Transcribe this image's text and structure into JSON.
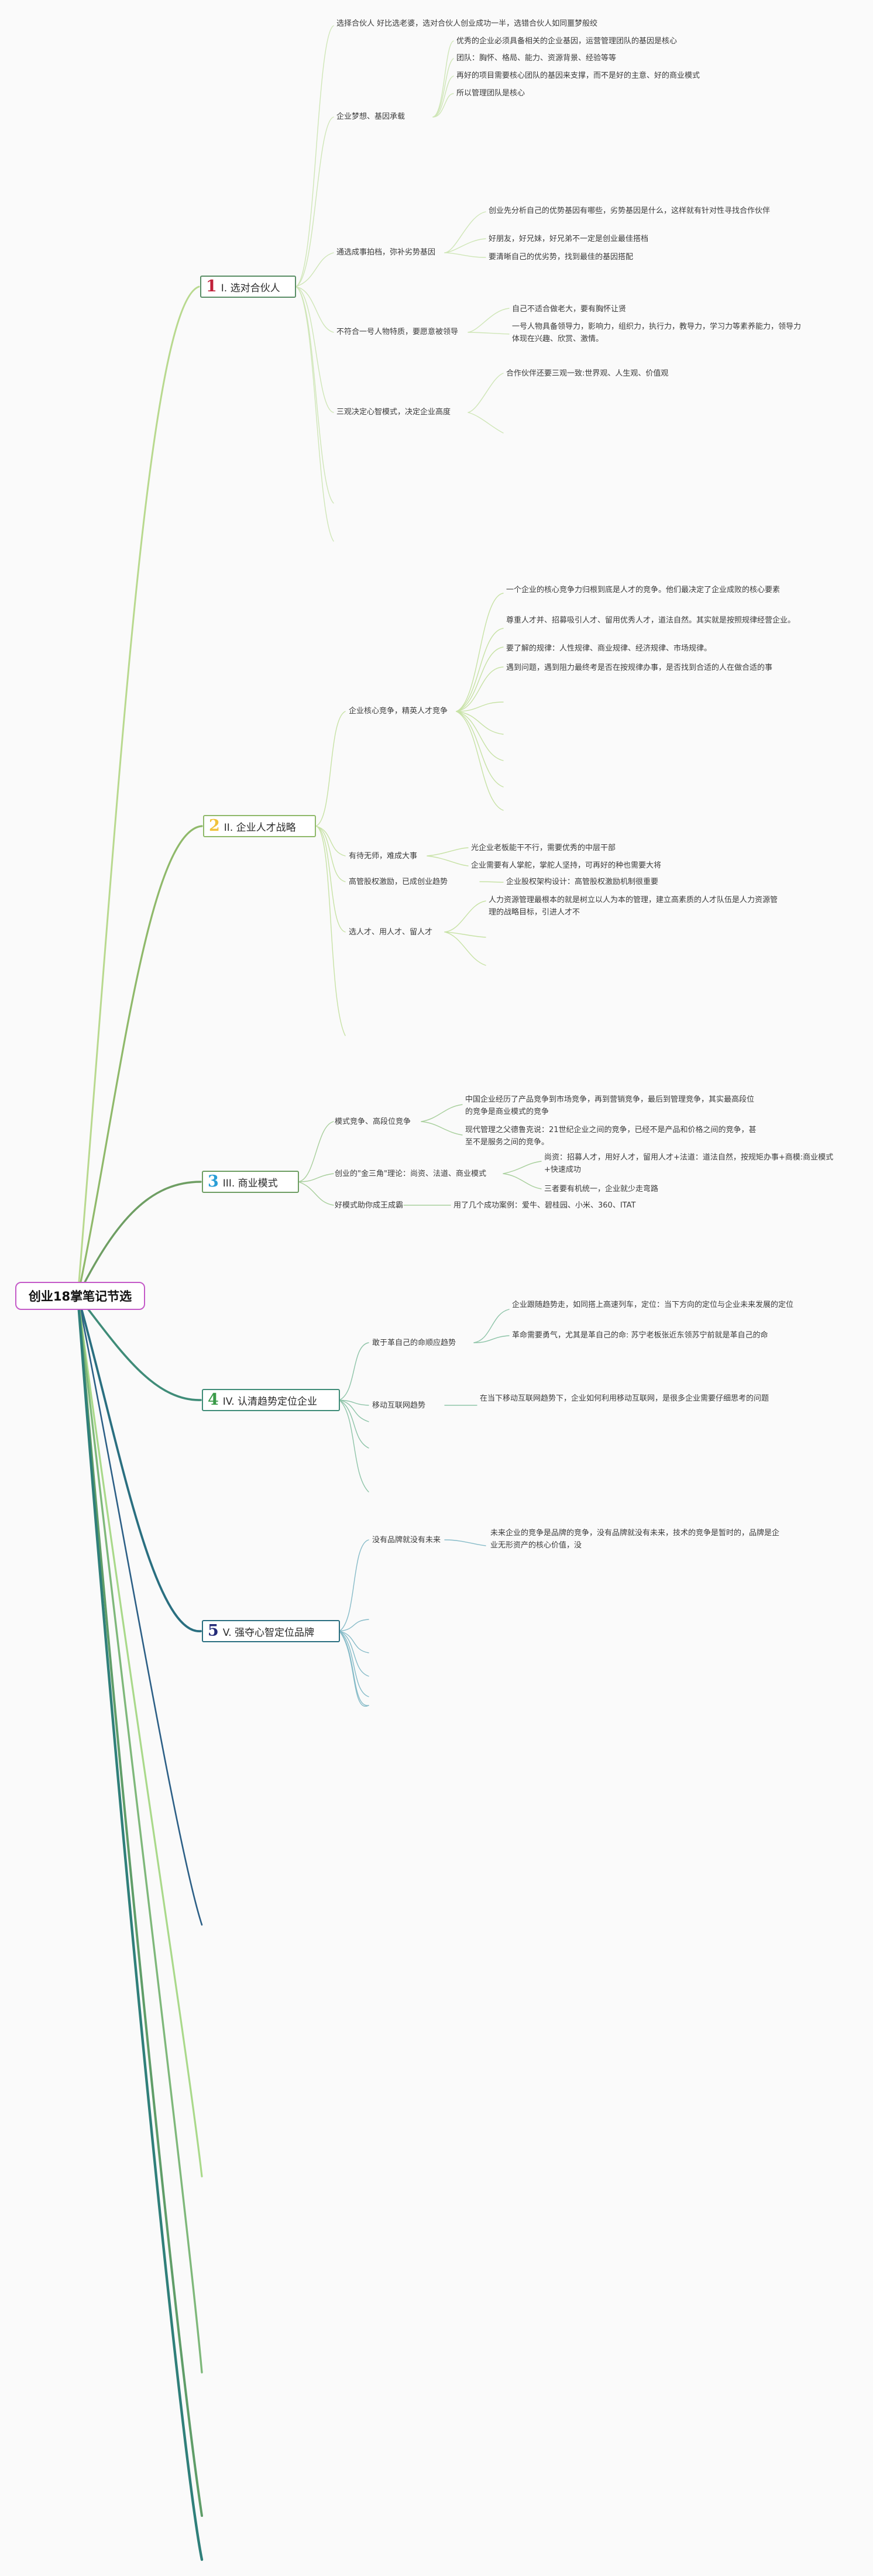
{
  "root": {
    "title": "创业18掌笔记节选"
  },
  "colors": {
    "n1": "#c0213a",
    "n2": "#f0c23b",
    "n3": "#2a9ed6",
    "n4": "#3a9a48",
    "n5": "#232a78"
  },
  "branches": [
    {
      "num": "1",
      "label": "I. 选对合伙人",
      "items": [
        {
          "label": "选择合伙人 好比选老婆，选对合伙人创业成功一半，选错合伙人如同噩梦般绞"
        },
        {
          "label": "企业梦想、基因承载",
          "children": [
            "优秀的企业必须具备相关的企业基因，运营管理团队的基因是核心",
            "团队：胸怀、格局、能力、资源背景、经验等等",
            "再好的项目需要核心团队的基因来支撑，而不是好的主意、好的商业模式",
            "所以管理团队是核心"
          ]
        },
        {
          "label": "通选成事拍档，弥补劣势基因",
          "children": [
            "创业先分析自己的优势基因有哪些，劣势基因是什么，这样就有针对性寻找合作伙伴",
            "好朋友，好兄妹，好兄弟不一定是创业最佳搭档",
            "要清晰自己的优劣势，找到最佳的基因搭配"
          ]
        },
        {
          "label": "不符合一号人物特质，要愿意被领导",
          "children": [
            "自己不适合做老大，要有胸怀让贤",
            "一号人物具备领导力，影响力，组织力，执行力，教导力，学习力等素养能力，领导力体现在兴趣、欣赏、激情。"
          ]
        },
        {
          "label": "三观决定心智模式，决定企业高度",
          "children": [
            "合作伙伴还要三观一致:世界观、人生观、价值观"
          ]
        }
      ]
    },
    {
      "num": "2",
      "label": "II. 企业人才战略",
      "items": [
        {
          "label": "企业核心竞争，精英人才竞争",
          "children": [
            "一个企业的核心竞争力归根到底是人才的竞争。他们最决定了企业成败的核心要素",
            "尊重人才并、招募吸引人才、留用优秀人才，道法自然。其实就是按照规律经营企业。",
            "要了解的规律：人性规律、商业规律、经济规律、市场规律。",
            "遇到问题，遇到阻力最终考是否在按规律办事，是否找到合适的人在做合适的事"
          ]
        },
        {
          "label": "有待无师，难成大事",
          "children": [
            "光企业老板能干不行，需要优秀的中层干部",
            "企业需要有人掌舵，掌舵人坚持，可再好的种也需要大将"
          ]
        },
        {
          "label": "高管股权激励，已成创业趋势",
          "children": [
            "企业股权架构设计：高管股权激励机制很重要"
          ]
        },
        {
          "label": "选人才、用人才、留人才",
          "children": [
            "人力资源管理最根本的就是树立以人为本的管理，建立高素质的人才队伍是人力资源管理的战略目标，引进人才不"
          ]
        }
      ]
    },
    {
      "num": "3",
      "label": "III. 商业模式",
      "items": [
        {
          "label": "模式竞争、高段位竞争",
          "children": [
            "中国企业经历了产品竞争到市场竞争，再到营销竞争，最后到管理竞争，其实最高段位的竞争是商业模式的竞争",
            "现代管理之父德鲁克说：21世纪企业之间的竞争，已经不是产品和价格之间的竞争，甚至不是服务之间的竞争。"
          ]
        },
        {
          "label": "创业的\"金三角\"理论：尚资、法道、商业模式",
          "children": [
            "尚资：招募人才，用好人才，留用人才+法道：道法自然，按规矩办事+商模:商业模式+快速成功",
            "三者要有机统一，企业就少走弯路"
          ]
        },
        {
          "label": "好模式助你成王成霸",
          "children": [
            "用了几个成功案例：爱牛、碧桂园、小米、360、ITAT"
          ]
        }
      ]
    },
    {
      "num": "4",
      "label": "IV. 认清趋势定位企业",
      "items": [
        {
          "label": "敢于革自己的命顺应趋势",
          "children": [
            "企业跟随趋势走，如同搭上高速列车，定位：当下方向的定位与企业未来发展的定位",
            "革命需要勇气，尤其是革自己的命: 苏宁老板张近东领苏宁前就是革自己的命"
          ]
        },
        {
          "label": "移动互联网趋势",
          "children": [
            "在当下移动互联网趋势下，企业如何利用移动互联网，是很多企业需要仔细思考的问题"
          ]
        }
      ]
    },
    {
      "num": "5",
      "label": "V. 强夺心智定位品牌",
      "items": [
        {
          "label": "没有品牌就没有未来",
          "children": [
            "未来企业的竞争是品牌的竞争，没有品牌就没有未来，技术的竞争是暂时的，品牌是企业无形资产的核心价值，没"
          ]
        }
      ]
    }
  ]
}
